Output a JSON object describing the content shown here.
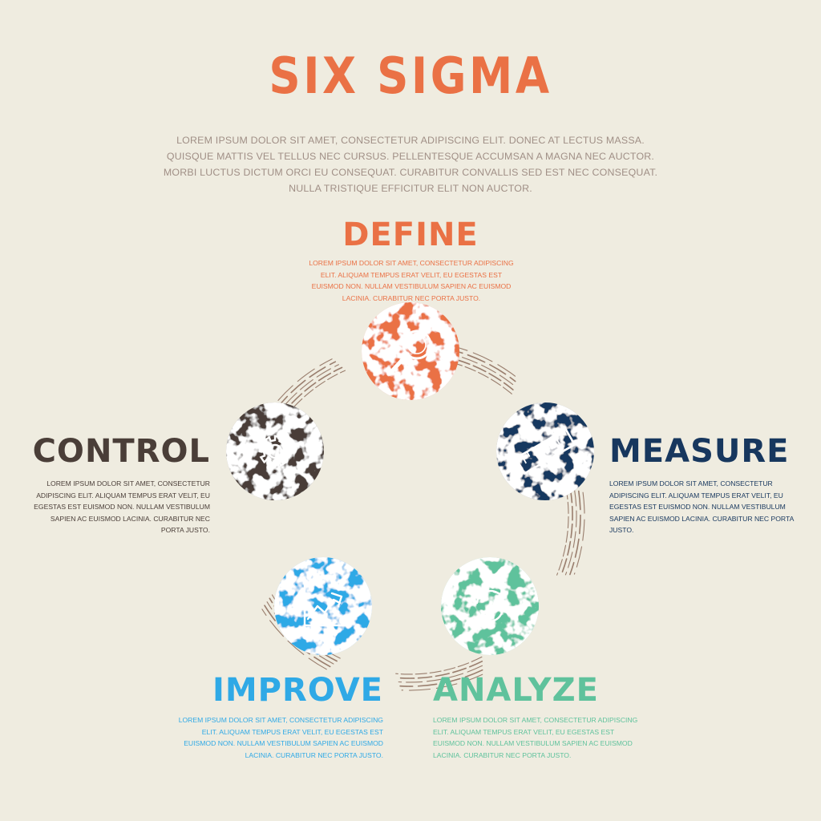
{
  "title": "SIX SIGMA",
  "intro": "Lorem ipsum dolor sit amet, consectetur adipiscing elit. Donec at lectus massa. Quisque mattis vel tellus nec cursus. Pellentesque accumsan a magna nec auctor. Morbi luctus dictum orci eu consequat. Curabitur convallis sed est nec consequat. Nulla tristique efficitur elit non auctor.",
  "steps": [
    {
      "id": "define",
      "label": "DEFINE",
      "icon": "magnifier-icon",
      "color": "#ea7145",
      "text": "Lorem ipsum dolor sit amet, consectetur adipiscing elit. Aliquam tempus erat velit, eu egestas est euismod non. Nullam vestibulum sapien ac euismod lacinia. Curabitur nec porta justo."
    },
    {
      "id": "measure",
      "label": "MEASURE",
      "icon": "ruler-icon",
      "color": "#17375e",
      "text": "Lorem ipsum dolor sit amet, consectetur adipiscing elit. Aliquam tempus erat velit, eu egestas est euismod non. Nullam vestibulum sapien ac euismod lacinia. Curabitur nec porta justo."
    },
    {
      "id": "analyze",
      "label": "ANALYZE",
      "icon": "refresh-cycle-icon",
      "color": "#5fc29c",
      "text": "Lorem ipsum dolor sit amet, consectetur adipiscing elit. Aliquam tempus erat velit, eu egestas est euismod non. Nullam vestibulum sapien ac euismod lacinia. Curabitur nec porta justo."
    },
    {
      "id": "improve",
      "label": "IMPROVE",
      "icon": "growth-chart-icon",
      "color": "#2fa9e6",
      "text": "Lorem ipsum dolor sit amet, consectetur adipiscing elit. Aliquam tempus erat velit, eu egestas est euismod non. Nullam vestibulum sapien ac euismod lacinia. Curabitur nec porta justo."
    },
    {
      "id": "control",
      "label": "CONTROL",
      "icon": "gear-icon",
      "color": "#4a3e38",
      "text": "Lorem ipsum dolor sit amet, consectetur adipiscing elit. Aliquam tempus erat velit, eu egestas est euismod non. Nullam vestibulum sapien ac euismod lacinia. Curabitur nec porta justo."
    }
  ],
  "connector_color": "#8a6a58",
  "background": "#efece0"
}
